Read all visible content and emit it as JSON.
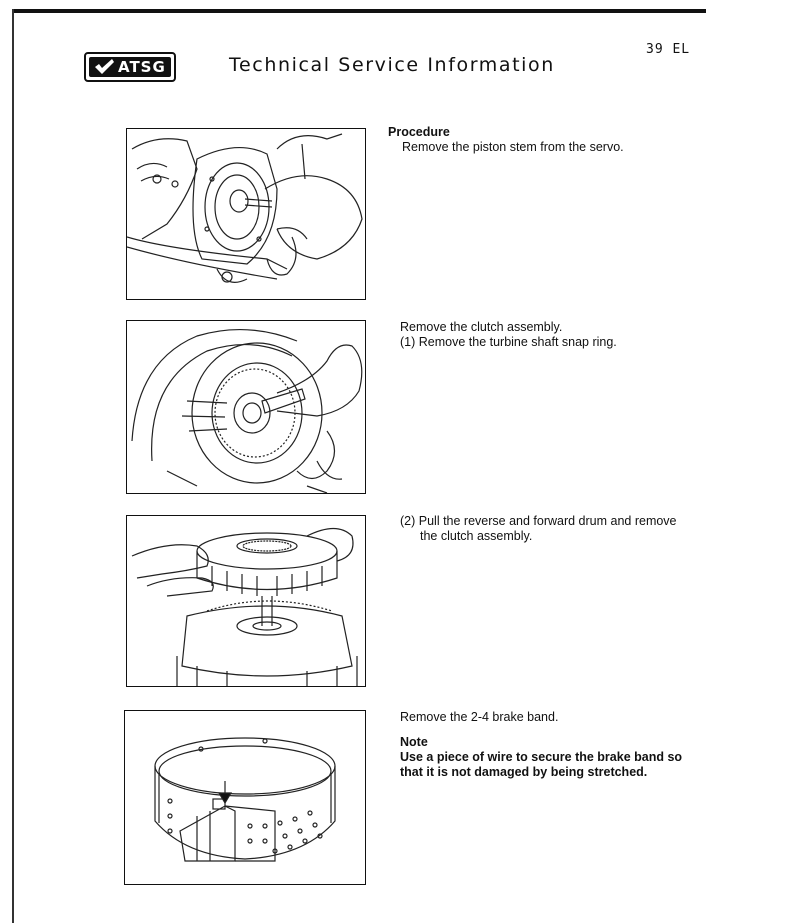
{
  "header": {
    "logo_text": "ATSG",
    "title": "Technical Service Information",
    "page_number": "39 EL"
  },
  "steps": [
    {
      "heading": "Procedure",
      "lines": [
        "Remove the piston stem from the servo."
      ]
    },
    {
      "lines": [
        "Remove the clutch assembly.",
        "(1) Remove the turbine shaft snap ring."
      ]
    },
    {
      "lines": [
        "(2) Pull the reverse and forward drum and remove the clutch assembly."
      ]
    },
    {
      "lines": [
        "Remove the 2-4 brake band."
      ],
      "note_heading": "Note",
      "note_text": "Use a piece of wire to secure the brake band so that it is not damaged by being stretched."
    }
  ]
}
